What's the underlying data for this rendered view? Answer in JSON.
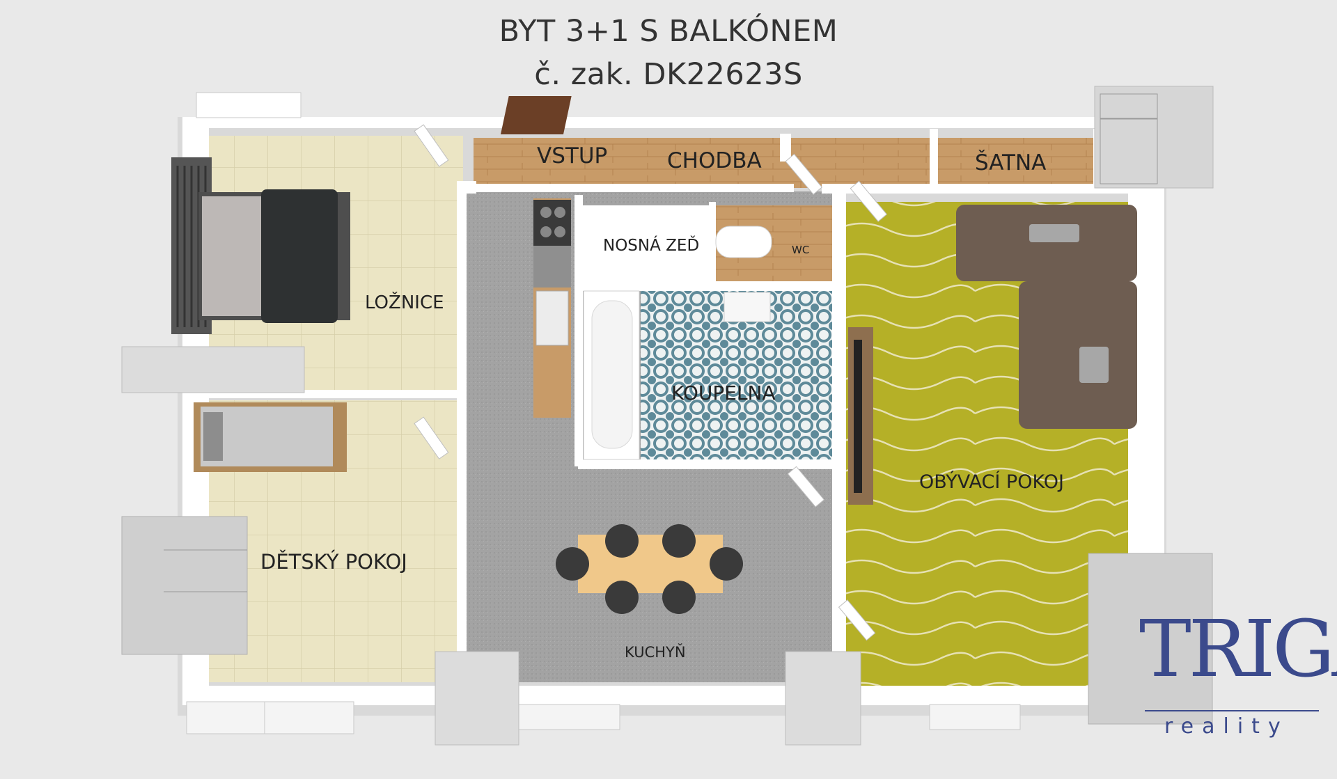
{
  "header": {
    "title": "BYT 3+1 S BALKÓNEM",
    "subtitle": "č. zak. DK22623S"
  },
  "rooms": {
    "vstup": "VSTUP",
    "chodba": "CHODBA",
    "satna": "ŠATNA",
    "nosna_zed": "NOSNÁ ZEĎ",
    "wc": "WC",
    "loznice": "LOŽNICE",
    "koupelna": "KOUPELNA",
    "obyvaci_pokoj": "OBÝVACÍ POKOJ",
    "detsky_pokoj": "DĚTSKÝ POKOJ",
    "kuchyn": "KUCHYŇ"
  },
  "logo": {
    "brand": "TRIGA",
    "tagline": "reality"
  },
  "colors": {
    "background": "#e9e9e9",
    "wall": "#ffffff",
    "tile_floor": "#ebe5c4",
    "grey_floor": "#a3a3a3",
    "wood_floor": "#c89b68",
    "carpet": "#b5b027",
    "bath_tile": "#5e8a99",
    "sofa": "#6e5d51",
    "logo": "#3b4a8c"
  }
}
